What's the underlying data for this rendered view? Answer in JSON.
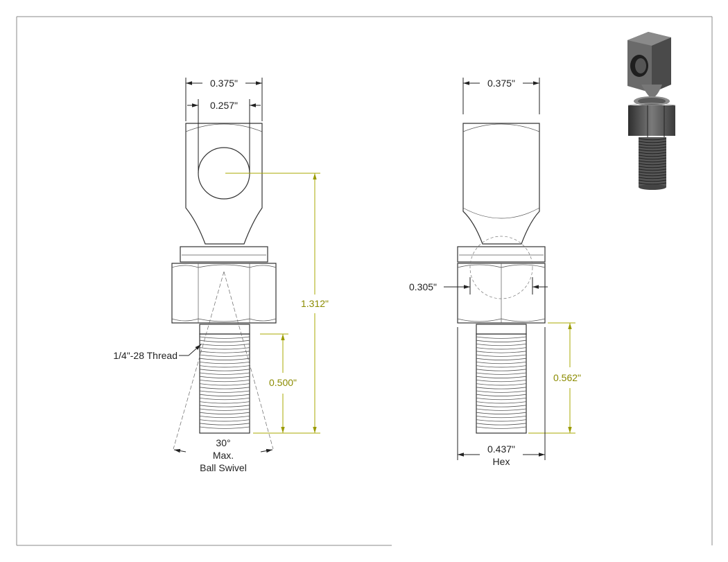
{
  "colors": {
    "outline": "#333333",
    "dimension_black": "#222222",
    "dimension_olive": "#8b8b00",
    "iso_dark": "#3a3a3a",
    "iso_mid": "#6e6e6e"
  },
  "front_view": {
    "width_label": "0.375\"",
    "hole_label": "0.257\"",
    "height_label": "1.312\"",
    "thread_length_label": "0.500\"",
    "thread_label": "1/4\"-28 Thread",
    "swivel_label_1": "30°",
    "swivel_label_2": "Max.",
    "swivel_label_3": "Ball Swivel"
  },
  "side_view": {
    "width_label": "0.375\"",
    "ball_label": "0.305\"",
    "thread_length_label": "0.562\"",
    "hex_label_1": "0.437\"",
    "hex_label_2": "Hex"
  },
  "iso_icon": "swivel-ball-joint-render"
}
